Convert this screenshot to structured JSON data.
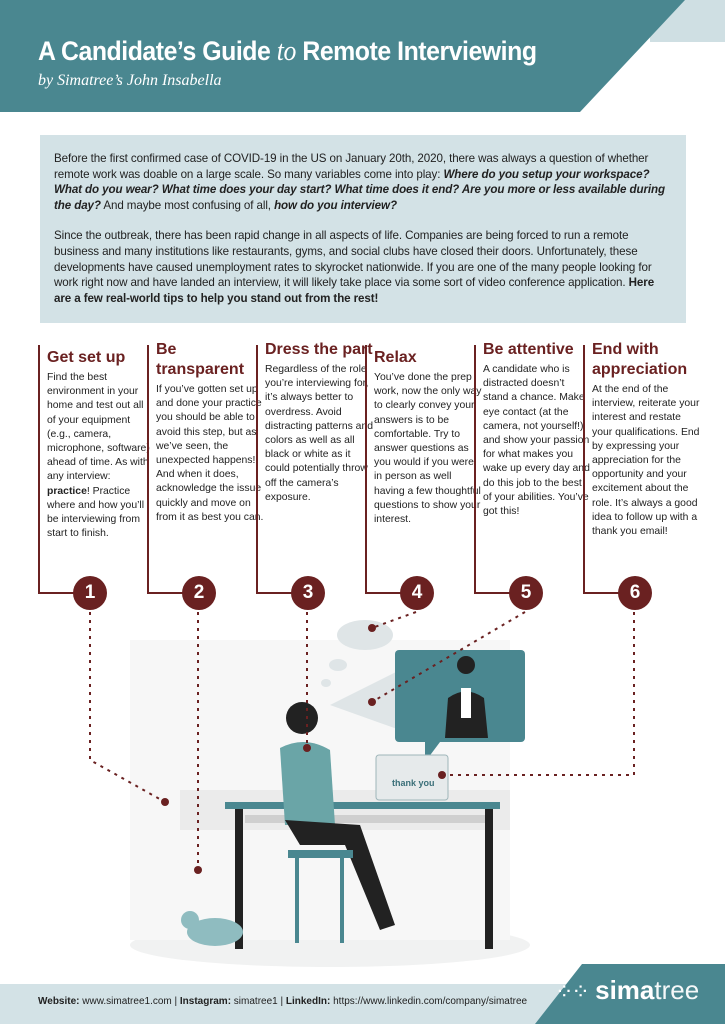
{
  "header": {
    "title_part1": "A Candidate’s Guide ",
    "title_connector": "to",
    "title_part2": " Remote Interviewing",
    "byline": "by Simatree’s John Insabella"
  },
  "intro": {
    "p1": [
      {
        "text": "Before the first confirmed case of COVID-19 in the US on January 20th, 2020, there was always a question of whether remote work was doable on a large scale. So many variables come into play: ",
        "style": "normal"
      },
      {
        "text": "Where do you setup your workspace? What do you wear? What time does your day start? What time does it end? Are you more or less available during the day?",
        "style": "bolditalic"
      },
      {
        "text": " And maybe most confusing of all, ",
        "style": "normal"
      },
      {
        "text": "how do you interview?",
        "style": "bolditalic"
      }
    ],
    "p2": [
      {
        "text": "Since the outbreak, there has been rapid change in all aspects of life. Companies are being forced to run a remote business and many institutions like restaurants, gyms, and social clubs have closed their doors. Unfortunately, these developments have caused unemployment rates to skyrocket nationwide.  If you are one of the many people looking for work right now and have landed an interview, it will likely take place via some sort of video conference application. ",
        "style": "normal"
      },
      {
        "text": "Here are a few real-world tips to help you stand out from the rest!",
        "style": "bold"
      }
    ]
  },
  "tips": [
    {
      "number": "1",
      "title": "Get set up",
      "body_before": "Find the best environment in your home and test out all of your equipment (e.g., camera, microphone, software) ahead of time. As with any interview: ",
      "body_bold": "practice",
      "body_after": "! Practice where and how you’ll be interviewing from start to finish."
    },
    {
      "number": "2",
      "title": "Be transparent",
      "body_before": "If you’ve gotten set up and done your practice you should be able to avoid this step, but as we’ve seen, the unexpected happens! And when it does, acknowledge the issue quickly and move on from it as best you can.",
      "body_bold": "",
      "body_after": ""
    },
    {
      "number": "3",
      "title": "Dress the part",
      "body_before": "Regardless of the role you’re interviewing for, it’s always better to overdress. Avoid distracting patterns and colors as well as all black or white as it could potentially throw off the camera’s exposure.",
      "body_bold": "",
      "body_after": ""
    },
    {
      "number": "4",
      "title": "Relax",
      "body_before": "You’ve done the prep work, now the only way to clearly convey your answers is to be comfortable. Try to answer questions as you would if you were in person as well having a few thoughtful questions to show your interest.",
      "body_bold": "",
      "body_after": ""
    },
    {
      "number": "5",
      "title": "Be attentive",
      "body_before": "A candidate who is distracted doesn’t stand a chance. Make eye contact (at the camera, not yourself!) and show your passion for what makes you wake up every day and do this job to the best of your abilities. You’ve got this!",
      "body_bold": "",
      "body_after": ""
    },
    {
      "number": "6",
      "title": "End with appreciation",
      "body_before": "At the end of the interview, reiterate your interest and restate your qualifications. End by expressing your appreciation for the opportunity and your excitement about the role. It’s always a good idea to follow up with a thank you email!",
      "body_bold": "",
      "body_after": ""
    }
  ],
  "illustration": {
    "laptop_message": "thank you"
  },
  "footer": {
    "website_label": "Website:",
    "website": " www.simatree1.com | ",
    "instagram_label": "Instagram:",
    "instagram": " simatree1 | ",
    "linkedin_label": "LinkedIn:",
    "linkedin": " https://www.linkedin.com/company/simatree",
    "logo_bold": "sima",
    "logo_light": "tree"
  },
  "colors": {
    "teal": "#4a8790",
    "light_teal": "#d3e2e6",
    "maroon": "#6a2121"
  }
}
